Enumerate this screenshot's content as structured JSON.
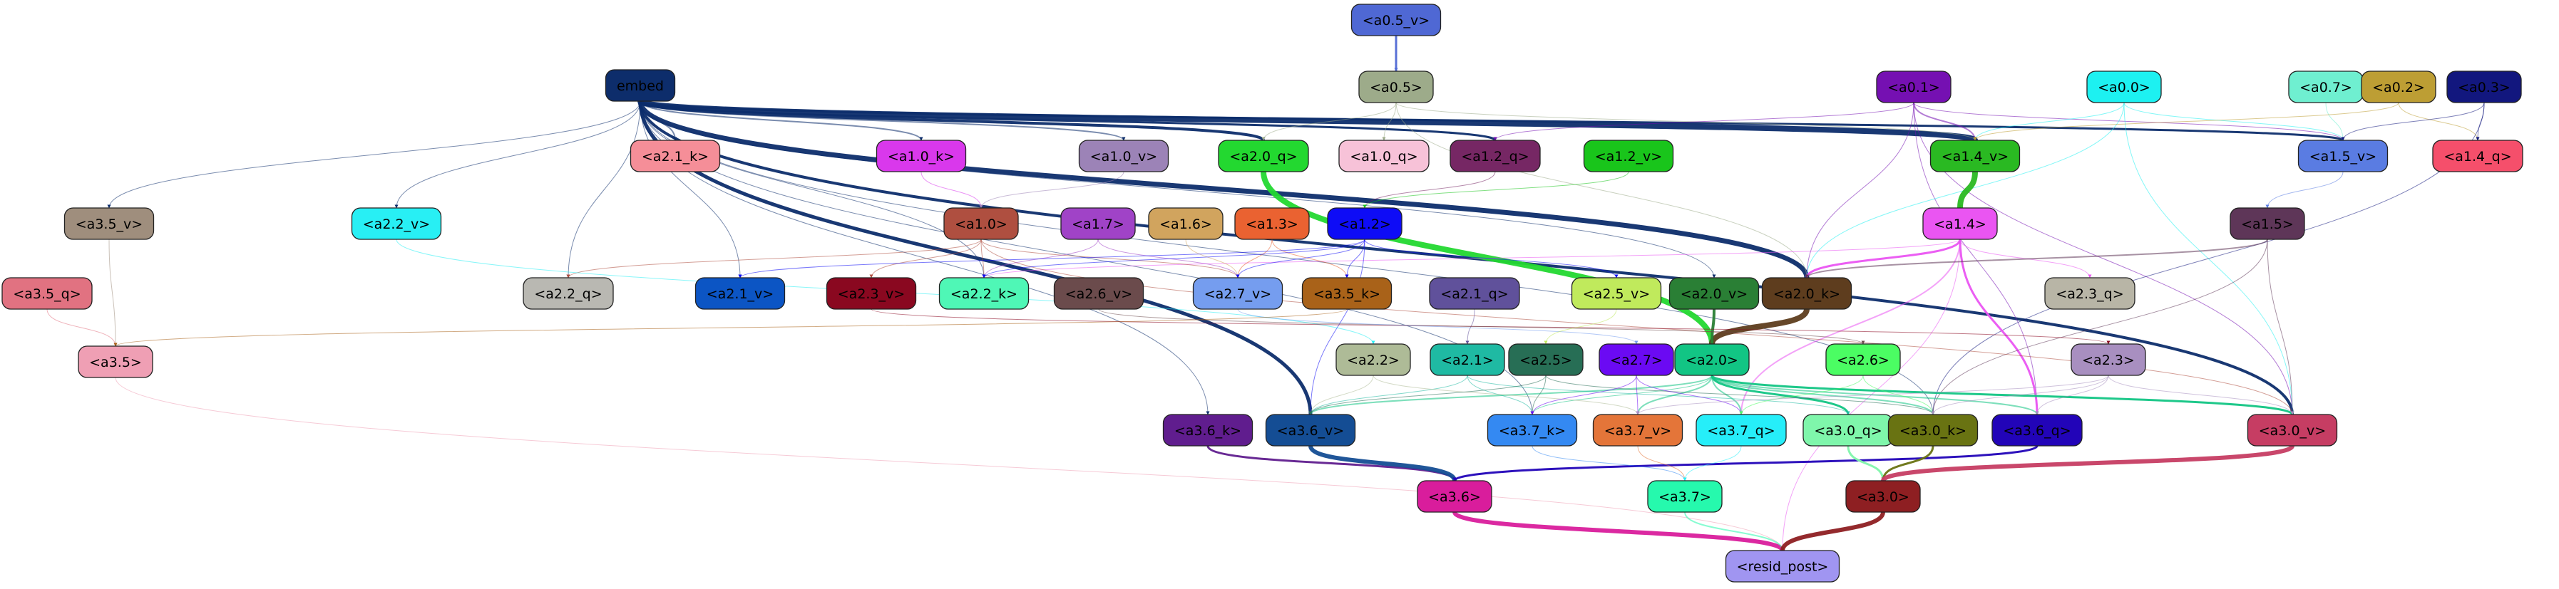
{
  "nodes": [
    {
      "id": "a0.5_v",
      "label": "<a0.5_v>",
      "color": "#4f68d4",
      "text": "#000000"
    },
    {
      "id": "embed",
      "label": "embed",
      "color": "#0d2d6b",
      "text": "#000000"
    },
    {
      "id": "a0.5",
      "label": "<a0.5>",
      "color": "#9dab8a",
      "text": "#000000"
    },
    {
      "id": "a0.1",
      "label": "<a0.1>",
      "color": "#7510b2",
      "text": "#000000"
    },
    {
      "id": "a0.0",
      "label": "<a0.0>",
      "color": "#1df1f1",
      "text": "#000000"
    },
    {
      "id": "a0.7",
      "label": "<a0.7>",
      "color": "#6fefd0",
      "text": "#000000"
    },
    {
      "id": "a0.2",
      "label": "<a0.2>",
      "color": "#bd9e34",
      "text": "#000000"
    },
    {
      "id": "a0.3",
      "label": "<a0.3>",
      "color": "#12177e",
      "text": "#000000"
    },
    {
      "id": "a2.1_k",
      "label": "<a2.1_k>",
      "color": "#f58e98",
      "text": "#000000"
    },
    {
      "id": "a1.0_k",
      "label": "<a1.0_k>",
      "color": "#d938ec",
      "text": "#000000"
    },
    {
      "id": "a1.0_v",
      "label": "<a1.0_v>",
      "color": "#9c83b7",
      "text": "#000000"
    },
    {
      "id": "a2.0_q",
      "label": "<a2.0_q>",
      "color": "#23d830",
      "text": "#000000"
    },
    {
      "id": "a1.0_q",
      "label": "<a1.0_q>",
      "color": "#f7c2d8",
      "text": "#000000"
    },
    {
      "id": "a1.2_q",
      "label": "<a1.2_q>",
      "color": "#762764",
      "text": "#000000"
    },
    {
      "id": "a1.2_v",
      "label": "<a1.2_v>",
      "color": "#19c51b",
      "text": "#000000"
    },
    {
      "id": "a1.4_v",
      "label": "<a1.4_v>",
      "color": "#2ab922",
      "text": "#000000"
    },
    {
      "id": "a1.5_v",
      "label": "<a1.5_v>",
      "color": "#5a7ce2",
      "text": "#000000"
    },
    {
      "id": "a1.4_q",
      "label": "<a1.4_q>",
      "color": "#f54f6b",
      "text": "#000000"
    },
    {
      "id": "a3.5_v",
      "label": "<a3.5_v>",
      "color": "#9f8e7d",
      "text": "#000000"
    },
    {
      "id": "a2.2_v",
      "label": "<a2.2_v>",
      "color": "#28eff4",
      "text": "#000000"
    },
    {
      "id": "a1.0",
      "label": "<a1.0>",
      "color": "#af4f40",
      "text": "#000000"
    },
    {
      "id": "a1.7",
      "label": "<a1.7>",
      "color": "#a043c7",
      "text": "#000000"
    },
    {
      "id": "a1.6",
      "label": "<a1.6>",
      "color": "#d1a45e",
      "text": "#000000"
    },
    {
      "id": "a1.3",
      "label": "<a1.3>",
      "color": "#ea6231",
      "text": "#000000"
    },
    {
      "id": "a1.2",
      "label": "<a1.2>",
      "color": "#0e0cf6",
      "text": "#000000"
    },
    {
      "id": "a1.4",
      "label": "<a1.4>",
      "color": "#ea55f2",
      "text": "#000000"
    },
    {
      "id": "a1.5",
      "label": "<a1.5>",
      "color": "#5e3658",
      "text": "#000000"
    },
    {
      "id": "a3.5_q",
      "label": "<a3.5_q>",
      "color": "#e17281",
      "text": "#000000"
    },
    {
      "id": "a2.2_q",
      "label": "<a2.2_q>",
      "color": "#b9b8b2",
      "text": "#000000"
    },
    {
      "id": "a2.1_v",
      "label": "<a2.1_v>",
      "color": "#0c55c4",
      "text": "#000000"
    },
    {
      "id": "a2.3_v",
      "label": "<a2.3_v>",
      "color": "#8a0820",
      "text": "#000000"
    },
    {
      "id": "a2.2_k",
      "label": "<a2.2_k>",
      "color": "#4ff7b6",
      "text": "#000000"
    },
    {
      "id": "a2.6_v",
      "label": "<a2.6_v>",
      "color": "#6b4b4c",
      "text": "#000000"
    },
    {
      "id": "a2.7_v",
      "label": "<a2.7_v>",
      "color": "#759def",
      "text": "#000000"
    },
    {
      "id": "a3.5_k",
      "label": "<a3.5_k>",
      "color": "#a96219",
      "text": "#000000"
    },
    {
      "id": "a2.1_q",
      "label": "<a2.1_q>",
      "color": "#60519b",
      "text": "#000000"
    },
    {
      "id": "a2.5_v",
      "label": "<a2.5_v>",
      "color": "#c0ea5c",
      "text": "#000000"
    },
    {
      "id": "a2.0_v",
      "label": "<a2.0_v>",
      "color": "#2a7f35",
      "text": "#000000"
    },
    {
      "id": "a2.0_k",
      "label": "<a2.0_k>",
      "color": "#5e3d1e",
      "text": "#000000"
    },
    {
      "id": "a2.3_q",
      "label": "<a2.3_q>",
      "color": "#b8b5a6",
      "text": "#000000"
    },
    {
      "id": "a3.5",
      "label": "<a3.5>",
      "color": "#ef9fb4",
      "text": "#000000"
    },
    {
      "id": "a2.2",
      "label": "<a2.2>",
      "color": "#aebb97",
      "text": "#000000"
    },
    {
      "id": "a2.1",
      "label": "<a2.1>",
      "color": "#1fbaa3",
      "text": "#000000"
    },
    {
      "id": "a2.5",
      "label": "<a2.5>",
      "color": "#276e55",
      "text": "#000000"
    },
    {
      "id": "a2.7",
      "label": "<a2.7>",
      "color": "#6b0af3",
      "text": "#000000"
    },
    {
      "id": "a2.0",
      "label": "<a2.0>",
      "color": "#12c584",
      "text": "#000000"
    },
    {
      "id": "a2.6",
      "label": "<a2.6>",
      "color": "#4bfd63",
      "text": "#000000"
    },
    {
      "id": "a2.3",
      "label": "<a2.3>",
      "color": "#a88fc0",
      "text": "#000000"
    },
    {
      "id": "a3.6_k",
      "label": "<a3.6_k>",
      "color": "#601d8e",
      "text": "#000000"
    },
    {
      "id": "a3.6_v",
      "label": "<a3.6_v>",
      "color": "#144d94",
      "text": "#000000"
    },
    {
      "id": "a3.7_k",
      "label": "<a3.7_k>",
      "color": "#3489f2",
      "text": "#000000"
    },
    {
      "id": "a3.7_v",
      "label": "<a3.7_v>",
      "color": "#e47539",
      "text": "#000000"
    },
    {
      "id": "a3.7_q",
      "label": "<a3.7_q>",
      "color": "#26eef9",
      "text": "#000000"
    },
    {
      "id": "a3.0_q",
      "label": "<a3.0_q>",
      "color": "#7ff6ab",
      "text": "#000000"
    },
    {
      "id": "a3.0_k",
      "label": "<a3.0_k>",
      "color": "#697312",
      "text": "#000000"
    },
    {
      "id": "a3.6_q",
      "label": "<a3.6_q>",
      "color": "#2204b8",
      "text": "#000000"
    },
    {
      "id": "a3.0_v",
      "label": "<a3.0_v>",
      "color": "#c63d63",
      "text": "#000000"
    },
    {
      "id": "a3.6",
      "label": "<a3.6>",
      "color": "#d91d9c",
      "text": "#000000"
    },
    {
      "id": "a3.7",
      "label": "<a3.7>",
      "color": "#26f9ad",
      "text": "#000000"
    },
    {
      "id": "a3.0",
      "label": "<a3.0>",
      "color": "#8e1f22",
      "text": "#000000"
    },
    {
      "id": "resid_post",
      "label": "<resid_post>",
      "color": "#a095f1",
      "text": "#000000"
    }
  ],
  "edges": [
    {
      "from": "a0.5_v",
      "to": "a0.5",
      "color": "#4f68d4",
      "weight": 3
    },
    {
      "from": "embed",
      "to": "a1.4_v",
      "color": "#0d2d6b",
      "weight": 8
    },
    {
      "from": "embed",
      "to": "a2.0_k",
      "color": "#0d2d6b",
      "weight": 7
    },
    {
      "from": "embed",
      "to": "a3.6_v",
      "color": "#0d2d6b",
      "weight": 5
    },
    {
      "from": "embed",
      "to": "a3.0_v",
      "color": "#0d2d6b",
      "weight": 4
    },
    {
      "from": "embed",
      "to": "a2.0_q",
      "color": "#0d2d6b",
      "weight": 4
    },
    {
      "from": "embed",
      "to": "a1.2_q",
      "color": "#0d2d6b",
      "weight": 3
    },
    {
      "from": "embed",
      "to": "a1.5_v",
      "color": "#0d2d6b",
      "weight": 3
    },
    {
      "from": "embed",
      "to": "a2.1_k",
      "color": "#0d2d6b",
      "weight": 2
    },
    {
      "from": "embed",
      "to": "a1.0_k",
      "color": "#0d2d6b",
      "weight": 2
    },
    {
      "from": "embed",
      "to": "a1.0_v",
      "color": "#0d2d6b",
      "weight": 2
    },
    {
      "from": "embed",
      "to": "a3.5_v",
      "color": "#0d2d6b",
      "weight": 1
    },
    {
      "from": "embed",
      "to": "a2.2_v",
      "color": "#0d2d6b",
      "weight": 1
    },
    {
      "from": "embed",
      "to": "a2.2_q",
      "color": "#0d2d6b",
      "weight": 1
    },
    {
      "from": "embed",
      "to": "a2.1_v",
      "color": "#0d2d6b",
      "weight": 1
    },
    {
      "from": "embed",
      "to": "a2.2_k",
      "color": "#0d2d6b",
      "weight": 1
    },
    {
      "from": "embed",
      "to": "a2.0_v",
      "color": "#0d2d6b",
      "weight": 1
    },
    {
      "from": "embed",
      "to": "a3.6_k",
      "color": "#0d2d6b",
      "weight": 1
    },
    {
      "from": "embed",
      "to": "a3.7_k",
      "color": "#0d2d6b",
      "weight": 1
    },
    {
      "from": "embed",
      "to": "a3.0_k",
      "color": "#0d2d6b",
      "weight": 1
    },
    {
      "from": "a0.5",
      "to": "a1.0_q",
      "color": "#9dab8a",
      "weight": 1
    },
    {
      "from": "a0.5",
      "to": "a1.4_v",
      "color": "#9dab8a",
      "weight": 1
    },
    {
      "from": "a0.5",
      "to": "a2.0_q",
      "color": "#9dab8a",
      "weight": 1
    },
    {
      "from": "a0.5",
      "to": "a2.0_k",
      "color": "#9dab8a",
      "weight": 1
    },
    {
      "from": "a0.1",
      "to": "a1.4_v",
      "color": "#7510b2",
      "weight": 2
    },
    {
      "from": "a0.1",
      "to": "a1.2_q",
      "color": "#7510b2",
      "weight": 1
    },
    {
      "from": "a0.1",
      "to": "a1.5_v",
      "color": "#7510b2",
      "weight": 1
    },
    {
      "from": "a0.1",
      "to": "a2.0_k",
      "color": "#7510b2",
      "weight": 1
    },
    {
      "from": "a0.1",
      "to": "a3.0_v",
      "color": "#7510b2",
      "weight": 1
    },
    {
      "from": "a0.1",
      "to": "a3.6_q",
      "color": "#7510b2",
      "weight": 1
    },
    {
      "from": "a0.0",
      "to": "a1.4_v",
      "color": "#1df1f1",
      "weight": 1
    },
    {
      "from": "a0.0",
      "to": "a1.5_v",
      "color": "#1df1f1",
      "weight": 1
    },
    {
      "from": "a0.0",
      "to": "a3.0_v",
      "color": "#1df1f1",
      "weight": 1
    },
    {
      "from": "a0.0",
      "to": "a2.0_k",
      "color": "#1df1f1",
      "weight": 1
    },
    {
      "from": "a0.7",
      "to": "a1.5_v",
      "color": "#6fefd0",
      "weight": 1
    },
    {
      "from": "a0.2",
      "to": "a1.4_q",
      "color": "#bd9e34",
      "weight": 1
    },
    {
      "from": "a0.2",
      "to": "a1.4_v",
      "color": "#bd9e34",
      "weight": 1
    },
    {
      "from": "a0.3",
      "to": "a1.5_v",
      "color": "#12177e",
      "weight": 1
    },
    {
      "from": "a0.3",
      "to": "a1.4_q",
      "color": "#12177e",
      "weight": 1
    },
    {
      "from": "a0.3",
      "to": "a3.0_k",
      "color": "#12177e",
      "weight": 1
    },
    {
      "from": "a1.4_v",
      "to": "a1.4",
      "color": "#2ab922",
      "weight": 8
    },
    {
      "from": "a1.0_k",
      "to": "a1.0",
      "color": "#d938ec",
      "weight": 1
    },
    {
      "from": "a1.0_v",
      "to": "a1.0",
      "color": "#9c83b7",
      "weight": 1
    },
    {
      "from": "a1.2_q",
      "to": "a1.2",
      "color": "#762764",
      "weight": 1
    },
    {
      "from": "a1.2_v",
      "to": "a1.2",
      "color": "#19c51b",
      "weight": 1
    },
    {
      "from": "a1.5_v",
      "to": "a1.5",
      "color": "#5a7ce2",
      "weight": 1
    },
    {
      "from": "a2.0_q",
      "to": "a2.0",
      "color": "#23d830",
      "weight": 8
    },
    {
      "from": "a1.4",
      "to": "a2.0_k",
      "color": "#ea55f2",
      "weight": 3
    },
    {
      "from": "a1.4",
      "to": "a3.6_q",
      "color": "#ea55f2",
      "weight": 3
    },
    {
      "from": "a1.4",
      "to": "a3.7_q",
      "color": "#ea55f2",
      "weight": 2
    },
    {
      "from": "a1.4",
      "to": "a2.3_q",
      "color": "#ea55f2",
      "weight": 1
    },
    {
      "from": "a1.4",
      "to": "a2.2_k",
      "color": "#ea55f2",
      "weight": 1
    },
    {
      "from": "a1.4",
      "to": "resid_post",
      "color": "#ea55f2",
      "weight": 1
    },
    {
      "from": "a1.5",
      "to": "a2.0_k",
      "color": "#5e3658",
      "weight": 2
    },
    {
      "from": "a1.5",
      "to": "a3.0_v",
      "color": "#5e3658",
      "weight": 1
    },
    {
      "from": "a1.5",
      "to": "a3.0_k",
      "color": "#5e3658",
      "weight": 1
    },
    {
      "from": "a1.0",
      "to": "a2.2_k",
      "color": "#af4f40",
      "weight": 1
    },
    {
      "from": "a1.0",
      "to": "a2.3_v",
      "color": "#af4f40",
      "weight": 1
    },
    {
      "from": "a1.0",
      "to": "a2.7_v",
      "color": "#af4f40",
      "weight": 1
    },
    {
      "from": "a1.0",
      "to": "a2.2_q",
      "color": "#af4f40",
      "weight": 1
    },
    {
      "from": "a1.0",
      "to": "a3.0_v",
      "color": "#af4f40",
      "weight": 1
    },
    {
      "from": "a1.7",
      "to": "a2.2_k",
      "color": "#a043c7",
      "weight": 1
    },
    {
      "from": "a1.7",
      "to": "a2.7_v",
      "color": "#a043c7",
      "weight": 1
    },
    {
      "from": "a1.6",
      "to": "a2.7_v",
      "color": "#d1a45e",
      "weight": 1
    },
    {
      "from": "a1.3",
      "to": "a2.7_v",
      "color": "#ea6231",
      "weight": 1
    },
    {
      "from": "a1.3",
      "to": "a3.5_k",
      "color": "#ea6231",
      "weight": 1
    },
    {
      "from": "a1.2",
      "to": "a2.7_v",
      "color": "#0e0cf6",
      "weight": 1
    },
    {
      "from": "a1.2",
      "to": "a2.1_v",
      "color": "#0e0cf6",
      "weight": 1
    },
    {
      "from": "a1.2",
      "to": "a3.5_k",
      "color": "#0e0cf6",
      "weight": 1
    },
    {
      "from": "a1.2",
      "to": "a2.5_v",
      "color": "#0e0cf6",
      "weight": 1
    },
    {
      "from": "a1.2",
      "to": "a2.2_k",
      "color": "#0e0cf6",
      "weight": 1
    },
    {
      "from": "a1.2",
      "to": "a3.6_v",
      "color": "#0e0cf6",
      "weight": 1
    },
    {
      "from": "a2.0_k",
      "to": "a2.0",
      "color": "#5e3d1e",
      "weight": 8
    },
    {
      "from": "a2.0_v",
      "to": "a2.0",
      "color": "#2a7f35",
      "weight": 4
    },
    {
      "from": "a2.1_q",
      "to": "a2.1",
      "color": "#60519b",
      "weight": 1
    },
    {
      "from": "a2.2_v",
      "to": "a2.2",
      "color": "#28eff4",
      "weight": 1
    },
    {
      "from": "a2.3_v",
      "to": "a2.3",
      "color": "#8a0820",
      "weight": 1
    },
    {
      "from": "a2.6_v",
      "to": "a2.6",
      "color": "#6b4b4c",
      "weight": 1
    },
    {
      "from": "a2.7_v",
      "to": "a2.7",
      "color": "#759def",
      "weight": 1
    },
    {
      "from": "a2.5_v",
      "to": "a2.5",
      "color": "#c0ea5c",
      "weight": 1
    },
    {
      "from": "a3.5_v",
      "to": "a3.5",
      "color": "#9f8e7d",
      "weight": 1
    },
    {
      "from": "a3.5_q",
      "to": "a3.5",
      "color": "#e17281",
      "weight": 1
    },
    {
      "from": "a3.5_k",
      "to": "a3.5",
      "color": "#a96219",
      "weight": 1
    },
    {
      "from": "a3.5",
      "to": "resid_post",
      "color": "#ef9fb4",
      "weight": 1
    },
    {
      "from": "a2.0",
      "to": "a3.0_q",
      "color": "#12c584",
      "weight": 3
    },
    {
      "from": "a2.0",
      "to": "a3.0_v",
      "color": "#12c584",
      "weight": 3
    },
    {
      "from": "a2.0",
      "to": "a3.0_k",
      "color": "#12c584",
      "weight": 2
    },
    {
      "from": "a2.0",
      "to": "a3.6_v",
      "color": "#12c584",
      "weight": 2
    },
    {
      "from": "a2.0",
      "to": "a3.7_q",
      "color": "#12c584",
      "weight": 2
    },
    {
      "from": "a2.0",
      "to": "a3.7_v",
      "color": "#12c584",
      "weight": 2
    },
    {
      "from": "a2.0",
      "to": "a3.6_q",
      "color": "#12c584",
      "weight": 2
    },
    {
      "from": "a2.0",
      "to": "a3.7_k",
      "color": "#12c584",
      "weight": 1
    },
    {
      "from": "a2.1",
      "to": "a3.6_v",
      "color": "#1fbaa3",
      "weight": 1
    },
    {
      "from": "a2.1",
      "to": "a3.7_k",
      "color": "#1fbaa3",
      "weight": 1
    },
    {
      "from": "a2.1",
      "to": "a3.0_q",
      "color": "#1fbaa3",
      "weight": 1
    },
    {
      "from": "a2.2",
      "to": "a3.6_v",
      "color": "#aebb97",
      "weight": 1
    },
    {
      "from": "a2.2",
      "to": "a3.7_v",
      "color": "#aebb97",
      "weight": 1
    },
    {
      "from": "a2.5",
      "to": "a3.6_v",
      "color": "#276e55",
      "weight": 1
    },
    {
      "from": "a2.5",
      "to": "a3.7_k",
      "color": "#276e55",
      "weight": 1
    },
    {
      "from": "a2.5",
      "to": "a3.0_k",
      "color": "#276e55",
      "weight": 1
    },
    {
      "from": "a2.7",
      "to": "a3.7_k",
      "color": "#6b0af3",
      "weight": 1
    },
    {
      "from": "a2.7",
      "to": "a3.7_q",
      "color": "#6b0af3",
      "weight": 1
    },
    {
      "from": "a2.7",
      "to": "a3.7_v",
      "color": "#6b0af3",
      "weight": 1
    },
    {
      "from": "a2.6",
      "to": "a3.7_q",
      "color": "#4bfd63",
      "weight": 1
    },
    {
      "from": "a2.6",
      "to": "a3.0_k",
      "color": "#4bfd63",
      "weight": 1
    },
    {
      "from": "a2.3",
      "to": "a3.0_k",
      "color": "#a88fc0",
      "weight": 1
    },
    {
      "from": "a2.3",
      "to": "a3.6_q",
      "color": "#a88fc0",
      "weight": 1
    },
    {
      "from": "a2.3",
      "to": "a3.0_v",
      "color": "#a88fc0",
      "weight": 1
    },
    {
      "from": "a2.3",
      "to": "a3.7_v",
      "color": "#a88fc0",
      "weight": 1
    },
    {
      "from": "a3.6_k",
      "to": "a3.6",
      "color": "#601d8e",
      "weight": 3
    },
    {
      "from": "a3.6_v",
      "to": "a3.6",
      "color": "#144d94",
      "weight": 6
    },
    {
      "from": "a3.6_q",
      "to": "a3.6",
      "color": "#2204b8",
      "weight": 3
    },
    {
      "from": "a3.7_k",
      "to": "a3.7",
      "color": "#3489f2",
      "weight": 1
    },
    {
      "from": "a3.7_v",
      "to": "a3.7",
      "color": "#e47539",
      "weight": 1
    },
    {
      "from": "a3.7_q",
      "to": "a3.7",
      "color": "#26eef9",
      "weight": 1
    },
    {
      "from": "a3.0_q",
      "to": "a3.0",
      "color": "#7ff6ab",
      "weight": 3
    },
    {
      "from": "a3.0_k",
      "to": "a3.0",
      "color": "#697312",
      "weight": 3
    },
    {
      "from": "a3.0_v",
      "to": "a3.0",
      "color": "#c63d63",
      "weight": 6
    },
    {
      "from": "a3.6",
      "to": "resid_post",
      "color": "#d91d9c",
      "weight": 6
    },
    {
      "from": "a3.7",
      "to": "resid_post",
      "color": "#26f9ad",
      "weight": 2
    },
    {
      "from": "a3.0",
      "to": "resid_post",
      "color": "#8e1f22",
      "weight": 6
    }
  ]
}
